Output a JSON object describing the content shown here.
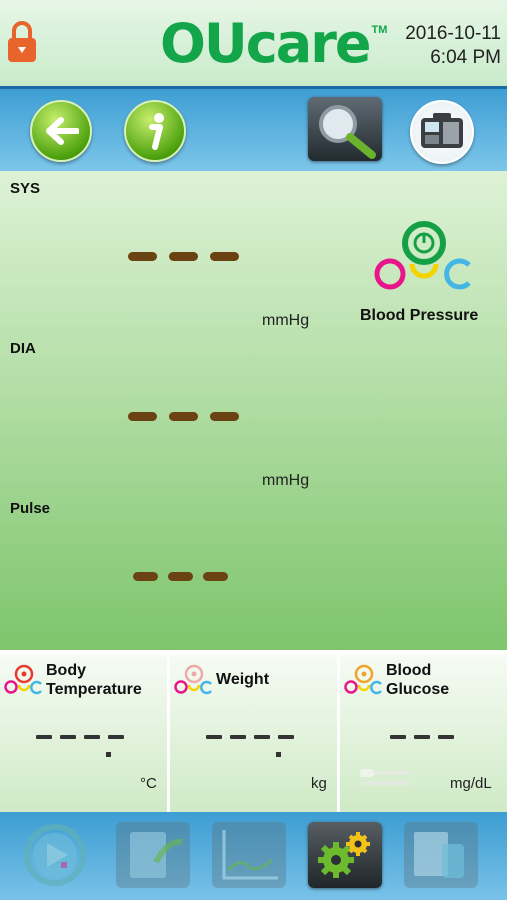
{
  "header": {
    "logo_text": "OUcare",
    "trademark": "TM",
    "date": "2016-10-11",
    "time": "6:04 PM",
    "colors": {
      "logo": "#13a54a",
      "lock": "#e8642a"
    }
  },
  "toolbar": {
    "back_icon": "back-arrow-icon",
    "info_icon": "info-icon",
    "search_icon": "magnifier-icon",
    "device_icon": "device-case-icon"
  },
  "blood_pressure": {
    "name": "Blood Pressure",
    "sys": {
      "label": "SYS",
      "unit": "mmHg"
    },
    "dia": {
      "label": "DIA",
      "unit": "mmHg"
    },
    "pulse": {
      "label": "Pulse"
    }
  },
  "panels": [
    {
      "title_line1": "Body",
      "title_line2": "Temperature",
      "unit": "°C"
    },
    {
      "title_line1": "Weight",
      "unit": "kg"
    },
    {
      "title_line1": "Blood",
      "title_line2": "Glucose",
      "unit": "mg/dL"
    }
  ],
  "nav": {
    "items": [
      "play-icon",
      "export-icon",
      "chart-icon",
      "settings-gears-icon",
      "mobile-notes-icon"
    ],
    "active": "settings-gears-icon"
  }
}
